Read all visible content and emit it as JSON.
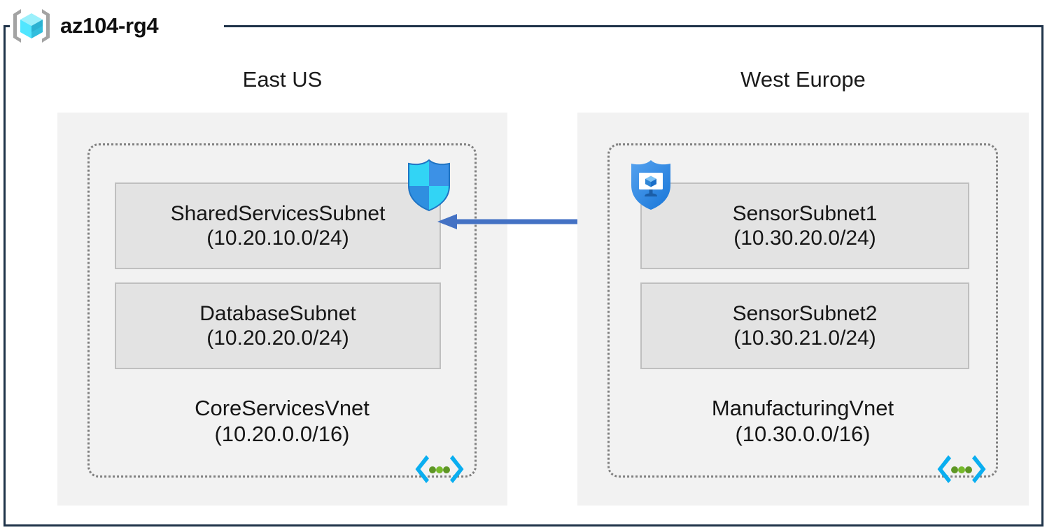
{
  "diagram": {
    "resource_group": {
      "name": "az104-rg4",
      "icon": "resource-group-cube-icon"
    },
    "frame_color": "#1f3349",
    "region_fill": "#f2f2f2",
    "subnet_fill": "#e3e3e3",
    "subnet_border": "#bfbfbf",
    "vnet_border": "#808080",
    "arrow_color": "#4472c4",
    "regions": [
      {
        "id": "east-us",
        "label": "East US",
        "vnet": {
          "name": "CoreServicesVnet",
          "cidr": "(10.20.0.0/16)",
          "icon": "virtual-network-icon"
        },
        "subnets": [
          {
            "name": "SharedServicesSubnet",
            "cidr": "(10.20.10.0/24)",
            "icon": "network-security-group-shield-icon"
          },
          {
            "name": "DatabaseSubnet",
            "cidr": "(10.20.20.0/24)",
            "icon": ""
          }
        ]
      },
      {
        "id": "west-europe",
        "label": "West Europe",
        "vnet": {
          "name": "ManufacturingVnet",
          "cidr": "(10.30.0.0/16)",
          "icon": "virtual-network-icon"
        },
        "subnets": [
          {
            "name": "SensorSubnet1",
            "cidr": "(10.30.20.0/24)",
            "icon": "endpoint-protection-shield-icon"
          },
          {
            "name": "SensorSubnet2",
            "cidr": "(10.30.21.0/24)",
            "icon": ""
          }
        ]
      }
    ],
    "connection": {
      "name": "vnet-peering-arrow",
      "from": "SensorSubnet1",
      "to": "SharedServicesSubnet",
      "direction": "left",
      "color": "#4472c4"
    }
  }
}
